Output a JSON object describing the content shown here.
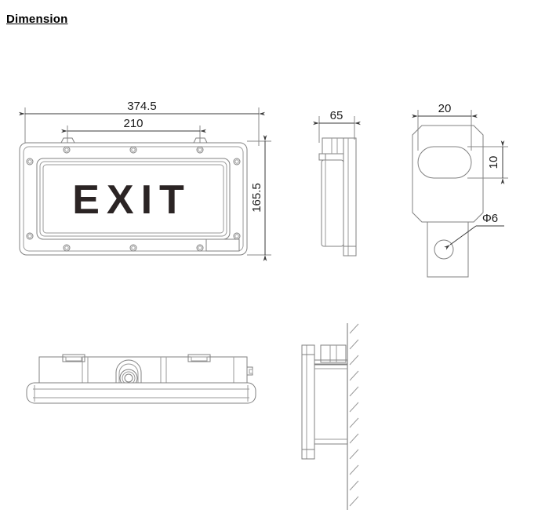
{
  "page": {
    "title": "Dimension"
  },
  "colors": {
    "outline": "#808080",
    "outline_light": "#9a9a9a",
    "dimension_line": "#3a3a3a",
    "dimension_text": "#1a1a1a",
    "exit_text": "#2b2424",
    "title_text": "#000000",
    "background": "#ffffff"
  },
  "sign": {
    "legend_text": "EXIT"
  },
  "dimensions": {
    "front_width": "374.5",
    "mount_spacing": "210",
    "front_height": "165.5",
    "side_depth": "65",
    "bracket_slot_width": "20",
    "bracket_slot_height": "10",
    "bracket_hole_diameter": "Φ6"
  },
  "views": [
    {
      "id": "front-view",
      "label": "front-view"
    },
    {
      "id": "side-view",
      "label": "side-view"
    },
    {
      "id": "bracket-detail-view",
      "label": "bracket-detail-view"
    },
    {
      "id": "bottom-view",
      "label": "bottom-view"
    },
    {
      "id": "wall-mount-view",
      "label": "wall-mount-view"
    }
  ]
}
